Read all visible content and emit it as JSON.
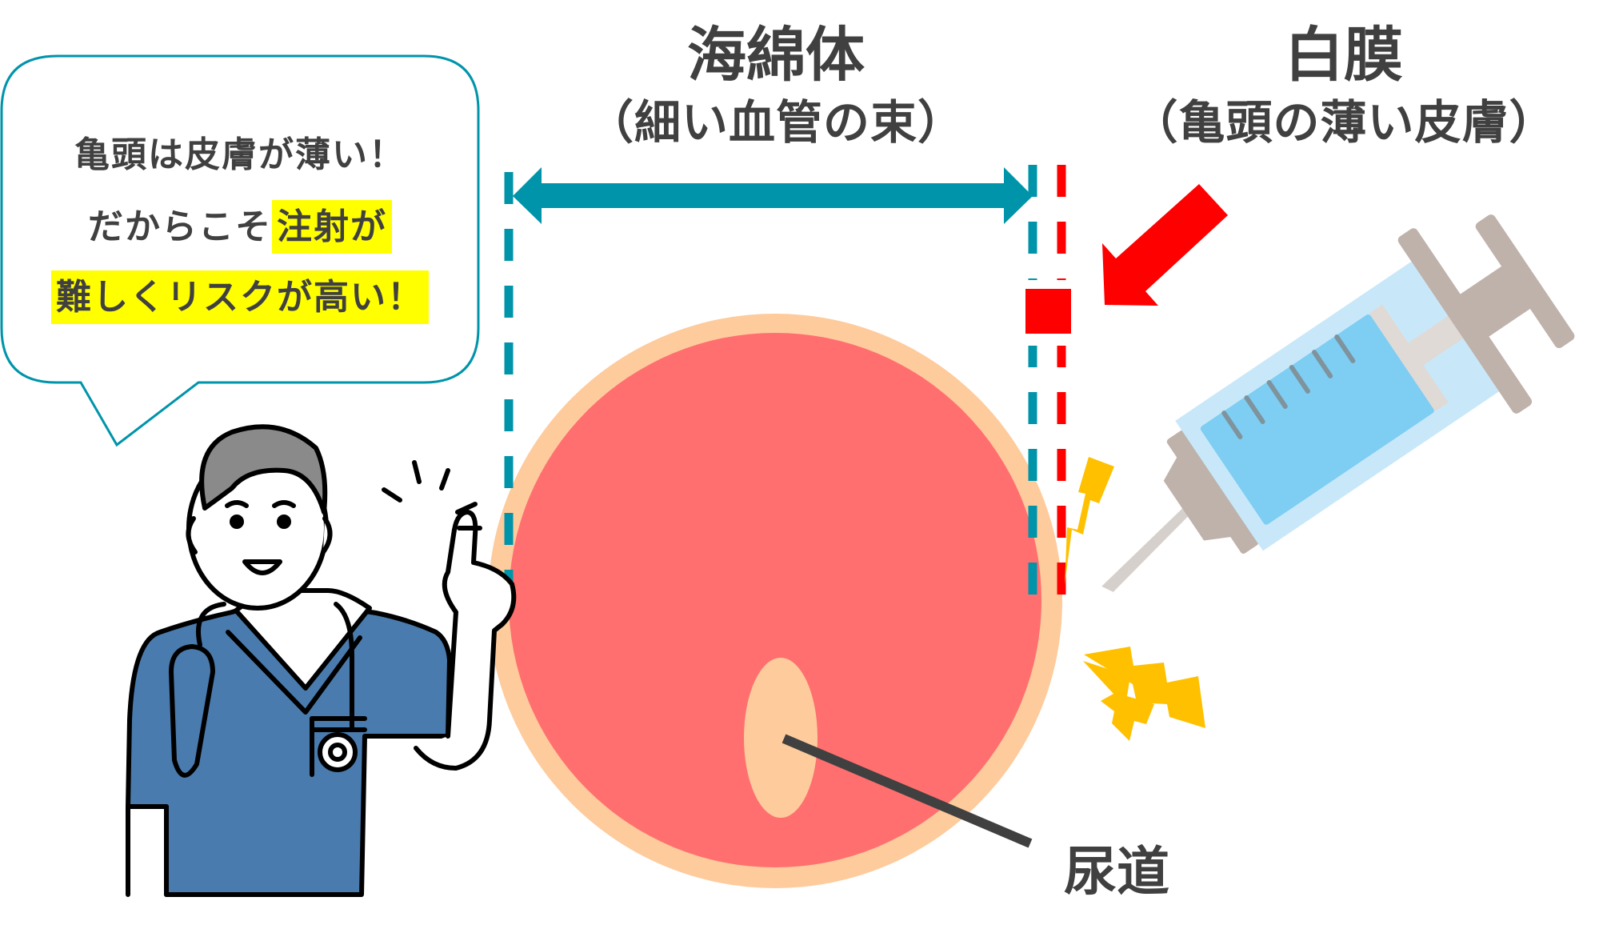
{
  "diagram": {
    "colors": {
      "teal": "#0094aa",
      "red": "#ff0000",
      "tunica_outer": "#fecb9c",
      "corpus_inner": "#ff6f6f",
      "urethra": "#fecb9c",
      "text": "#404040",
      "highlight": "#ffff00",
      "lightning": "#ffc000",
      "syringe_barrel": "#c8e8fa",
      "syringe_liquid": "#7ecdf2",
      "syringe_metal": "#bfb2ab",
      "scrub_blue": "#4a7bae"
    },
    "labels": {
      "corpus_spongiosum_title": "海綿体",
      "corpus_spongiosum_sub": "（細い血管の束）",
      "tunica_title": "白膜",
      "tunica_sub": "（亀頭の薄い皮膚）",
      "urethra": "尿道"
    },
    "speech_bubble": {
      "line1": "亀頭は皮膚が薄い！",
      "line2_plain": "だからこそ",
      "line2_highlight": "注射が",
      "line3_highlight": "難しくリスクが高い！"
    },
    "icons": {
      "doctor": "doctor-pointing-illustration",
      "syringe": "syringe-icon",
      "lightning": "lightning-bolt-icon",
      "red_arrow": "arrow-down-left-icon",
      "double_arrow": "double-headed-arrow-icon"
    }
  }
}
